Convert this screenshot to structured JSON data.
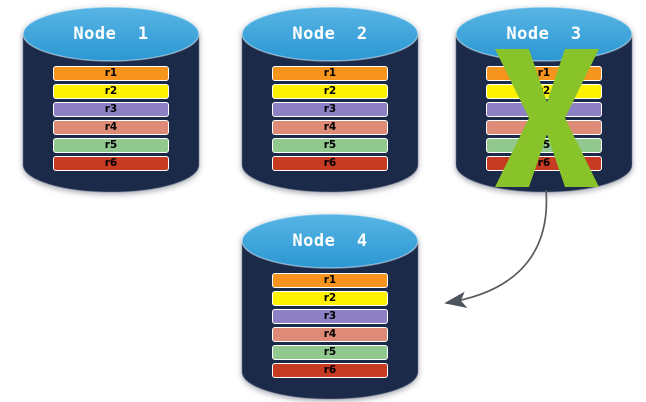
{
  "colors": {
    "background": "#FFFFFF",
    "cylinder_body": "#1B2A49",
    "cylinder_edge": "#6D7891",
    "cylinder_top": "#2B97D3",
    "cylinder_top_highlight": "#58B5E4",
    "row_border": "#FFFFFF",
    "row_text": "#000000",
    "title_text": "#FFFFFF",
    "x_mark": "#89C32A",
    "arrow_line": "#5A5A5A",
    "arrow_head": "#4D545E"
  },
  "nodes": [
    {
      "id": "node-1",
      "title": "Node  1",
      "crossed_out": false,
      "rows": [
        {
          "label": "r1",
          "color": "#F7941E"
        },
        {
          "label": "r2",
          "color": "#FFF200"
        },
        {
          "label": "r3",
          "color": "#8E80C4"
        },
        {
          "label": "r4",
          "color": "#DD8A77"
        },
        {
          "label": "r5",
          "color": "#90C88E"
        },
        {
          "label": "r6",
          "color": "#C63B22"
        }
      ]
    },
    {
      "id": "node-2",
      "title": "Node  2",
      "crossed_out": false,
      "rows": [
        {
          "label": "r1",
          "color": "#F7941E"
        },
        {
          "label": "r2",
          "color": "#FFF200"
        },
        {
          "label": "r3",
          "color": "#8E80C4"
        },
        {
          "label": "r4",
          "color": "#DD8A77"
        },
        {
          "label": "r5",
          "color": "#90C88E"
        },
        {
          "label": "r6",
          "color": "#C63B22"
        }
      ]
    },
    {
      "id": "node-3",
      "title": "Node  3",
      "crossed_out": true,
      "rows": [
        {
          "label": "r1",
          "color": "#F7941E"
        },
        {
          "label": "r2",
          "color": "#FFF200"
        },
        {
          "label": "r3",
          "color": "#8E80C4"
        },
        {
          "label": "r4",
          "color": "#DD8A77"
        },
        {
          "label": "r5",
          "color": "#90C88E"
        },
        {
          "label": "r6",
          "color": "#C63B22"
        }
      ]
    },
    {
      "id": "node-4",
      "title": "Node  4",
      "crossed_out": false,
      "rows": [
        {
          "label": "r1",
          "color": "#F7941E"
        },
        {
          "label": "r2",
          "color": "#FFF200"
        },
        {
          "label": "r3",
          "color": "#8E80C4"
        },
        {
          "label": "r4",
          "color": "#DD8A77"
        },
        {
          "label": "r5",
          "color": "#90C88E"
        },
        {
          "label": "r6",
          "color": "#C63B22"
        }
      ]
    }
  ],
  "annotations": {
    "x_mark_on": "Node 3",
    "arrow": {
      "from": "Node 3",
      "to": "Node 4"
    }
  }
}
